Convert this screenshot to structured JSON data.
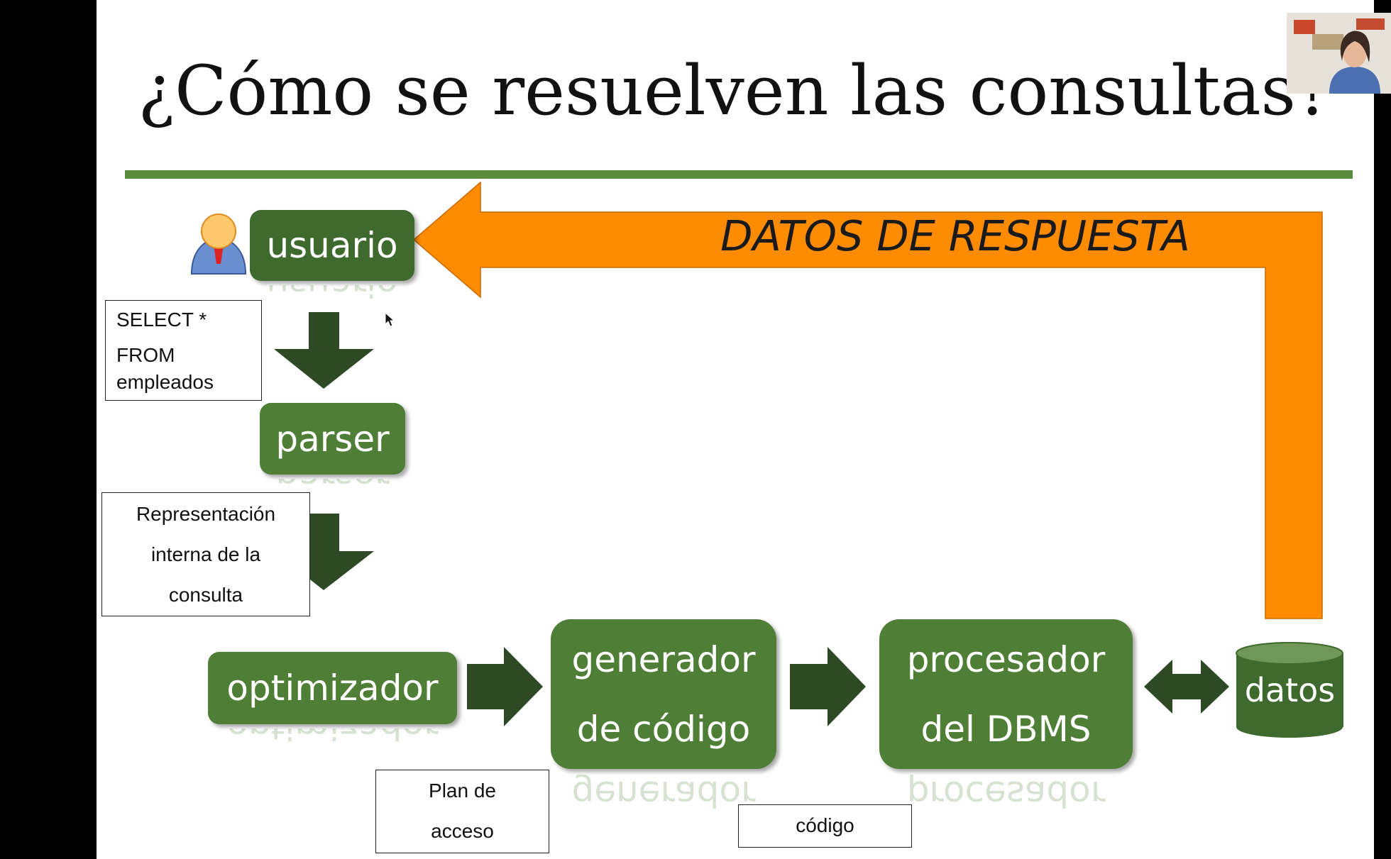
{
  "title": "¿Cómo se resuelven las consultas?",
  "boxes": {
    "usuario": "usuario",
    "parser": "parser",
    "optimizador": "optimizador",
    "generador_line1": "generador",
    "generador_line2": "de código",
    "procesador_line1": "procesador",
    "procesador_line2": "del DBMS",
    "datos": "datos"
  },
  "notes": {
    "query_line1": "SELECT *",
    "query_line2": "FROM",
    "query_line3": "empleados",
    "rep_line1": "Representación",
    "rep_line2": "interna de la",
    "rep_line3": "consulta",
    "plan_line1": "Plan de",
    "plan_line2": "acceso",
    "codigo": "código"
  },
  "return_arrow_label": "DATOS DE RESPUESTA",
  "colors": {
    "green": "#4f7f36",
    "dark_arrow": "#2d4a24",
    "orange": "#ff8c00",
    "rule": "#5a8a3c"
  }
}
